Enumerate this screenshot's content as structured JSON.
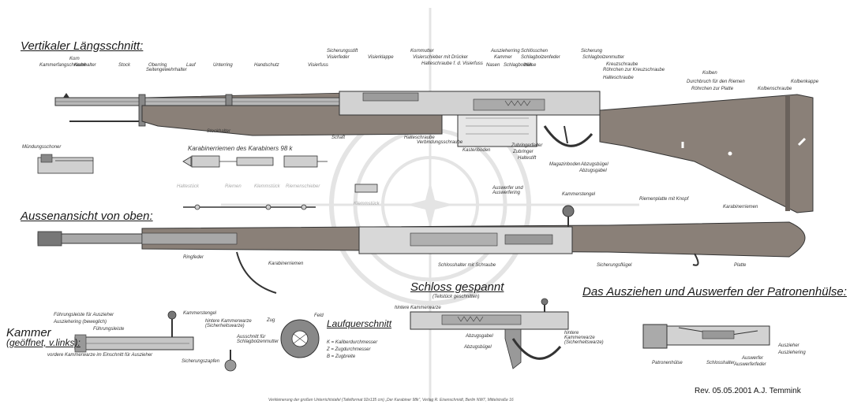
{
  "headings": {
    "vertical_section": "Vertikaler Längsschnitt:",
    "top_view": "Aussenansicht von oben:",
    "bolt_cocked": "Schloss gespannt",
    "extraction": "Das Ausziehen und Auswerfen der Patronenhülse:",
    "chamber_line1": "Kammer",
    "chamber_line2": "(geöffnet, v.links):",
    "bore_section": "Laufquerschnitt"
  },
  "sling_title": "Karabinerriemen des Karabiners 98 k",
  "section_labels": [
    "Kammerfangschraube",
    "Korn",
    "Kornhalter",
    "Stock",
    "Oberring",
    "Seitengewehrhalter",
    "Lauf",
    "Unterring",
    "Handschutz",
    "Visierfuss",
    "Sicherungsstift",
    "Visierfeder",
    "Visierklappe",
    "Visierschieber mit Drücker",
    "Kornmutter",
    "Halteschraube f. d. Visierfuss",
    "Auszieherring",
    "Kammer",
    "Schlösschen",
    "Schlagbolzenfeder",
    "Hülse",
    "Sicherung",
    "Schlagbolzenmutter",
    "Kreuzschraube",
    "Röhrchen zur Kreuzschraube",
    "Kolben",
    "Halteschraube",
    "Durchbruch für den Riemen",
    "Röhrchen zur Platte",
    "Kolbenkappe",
    "Kolbenschraube",
    "Nasen",
    "Schlagbolzen",
    "Stockhalter",
    "Schaft",
    "Halteschraube",
    "Verbindungsschraube",
    "Kastenboden",
    "Zubringerfeder",
    "Zubringer",
    "Haltestift",
    "Magazinboden",
    "Abzugsbügel",
    "Abzugsgabel"
  ],
  "misc_labels": {
    "mundungsschoner": "Mündungsschoner",
    "haltestuck": "Haltestück",
    "riemen": "Riemen",
    "klemmstuck": "Klemmstück",
    "riemenschieber": "Riemenschieber",
    "klemmstuck2": "Klemmstück",
    "auswerfer": "Auswerfer und Auswerfering",
    "kammerstengel": "Kammerstengel",
    "riemenplatte": "Riemenplatte mit Knopf",
    "karabinerriemen": "Karabinerriemen",
    "ringfeder": "Ringfeder",
    "karabinerriemen2": "Karabinerriemen",
    "schlosshalter": "Schlosshalter mit Schraube",
    "sicherungsflugel": "Sicherungsflügel",
    "platte": "Platte",
    "schloss_sub": "(Teilstück geschnitten)",
    "vordere_kammerwarze": "hintere Kammerwarze",
    "abzugsgabel": "Abzugsgabel",
    "abzugsbugel": "Abzugsbügel",
    "hintere_kammerwarze2": "hintere Kammerwarze (Sicherheitswarze)",
    "fuhrungsleiste": "Führungsleiste für Auszieher",
    "ausziehering": "Ausziehering (beweglich)",
    "fuhrungsleiste2": "Führungsleiste",
    "kammerstengel2": "Kammerstengel",
    "hintere_kw": "hintere Kammerwarze (Sicherheitswarze)",
    "ausschnitt": "Ausschnitt für Schlagbolzenmutter",
    "vordere_kw_label": "vordere Kammerwarze im Einschnitt für Auszieher",
    "sicherungszapfen": "Sicherungszapfen",
    "zug": "Zug",
    "feld": "Feld",
    "bore_k": "K = Kaliberdurchmesser",
    "bore_z": "Z = Zugdurchmesser",
    "bore_b": "B = Zugbreite",
    "patronenhulse": "Patronenhülse",
    "schlosshalter2": "Schlosshalter",
    "auszieher": "Auszieher",
    "auswerfer2": "Auswerfer",
    "ausziehering2": "Ausziehering",
    "auswerferfeder": "Auswerferfeder"
  },
  "footer": "Verkleinerung der großen Unterrichtstafel (Tafelformat 92x135 cm) „Der Karabiner 98k“, Verlag R. Eisenschmidt, Berlin NW7, Mittelstraße 16",
  "revision": "Rev. 05.05.2001 A.J. Temmink",
  "colors": {
    "ink": "#2a2a2a",
    "wood": "#8a8078",
    "metal": "#9c9c9c",
    "watermark": "#e6e6e6"
  }
}
